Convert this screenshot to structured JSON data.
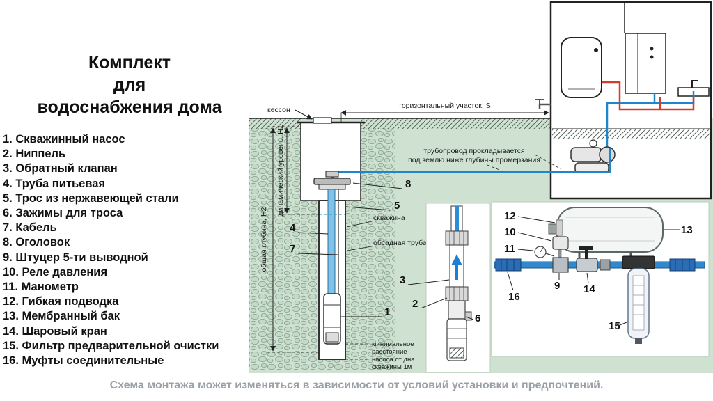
{
  "title": {
    "line1": "Комплект",
    "line2": "для",
    "line3": "водоснабжения дома"
  },
  "legend": {
    "items": [
      "1. Скважинный насос",
      "2. Ниппель",
      "3. Обратный клапан",
      "4. Труба питьевая",
      "5. Трос из нержавеющей стали",
      "6. Зажимы для троса",
      "7. Кабель",
      "8. Оголовок",
      "9. Штуцер 5-ти выводной",
      "10. Реле давления",
      "11. Манометр",
      "12. Гибкая подводка",
      "13. Мембранный бак",
      "14. Шаровый кран",
      "15. Фильтр предварительной очистки",
      "16. Муфты соединительные"
    ]
  },
  "diagram": {
    "labels": {
      "kesson": "кессон",
      "horizontal_section": "горизонтальный участок, S",
      "pipeline_note_line1": "трубопровод прокладывается",
      "pipeline_note_line2": "под землю ниже глубины промерзания",
      "total_depth": "общая глубина, Н2",
      "dynamic_level": "динамический уровень, Н1",
      "well": "скважина",
      "casing_pipe": "обсадная труба",
      "min_distance_line1": "минимальное",
      "min_distance_line2": "расстояние",
      "min_distance_line3": "насоса от дна",
      "min_distance_line4": "скважины 1м"
    },
    "callouts": {
      "c1": "1",
      "c2": "2",
      "c3": "3",
      "c4": "4",
      "c5": "5",
      "c6": "6",
      "c7": "7",
      "c8": "8",
      "c9": "9",
      "c10": "10",
      "c11": "11",
      "c12": "12",
      "c13": "13",
      "c14": "14",
      "c15": "15",
      "c16": "16"
    },
    "colors": {
      "ground_green": "#cfe2d2",
      "pipe_blue": "#1f86cc",
      "pipe_red": "#d23b30",
      "caption_gray": "#9aa0a6"
    }
  },
  "caption": "Схема монтажа может изменяться в зависимости от условий установки и предпочтений."
}
